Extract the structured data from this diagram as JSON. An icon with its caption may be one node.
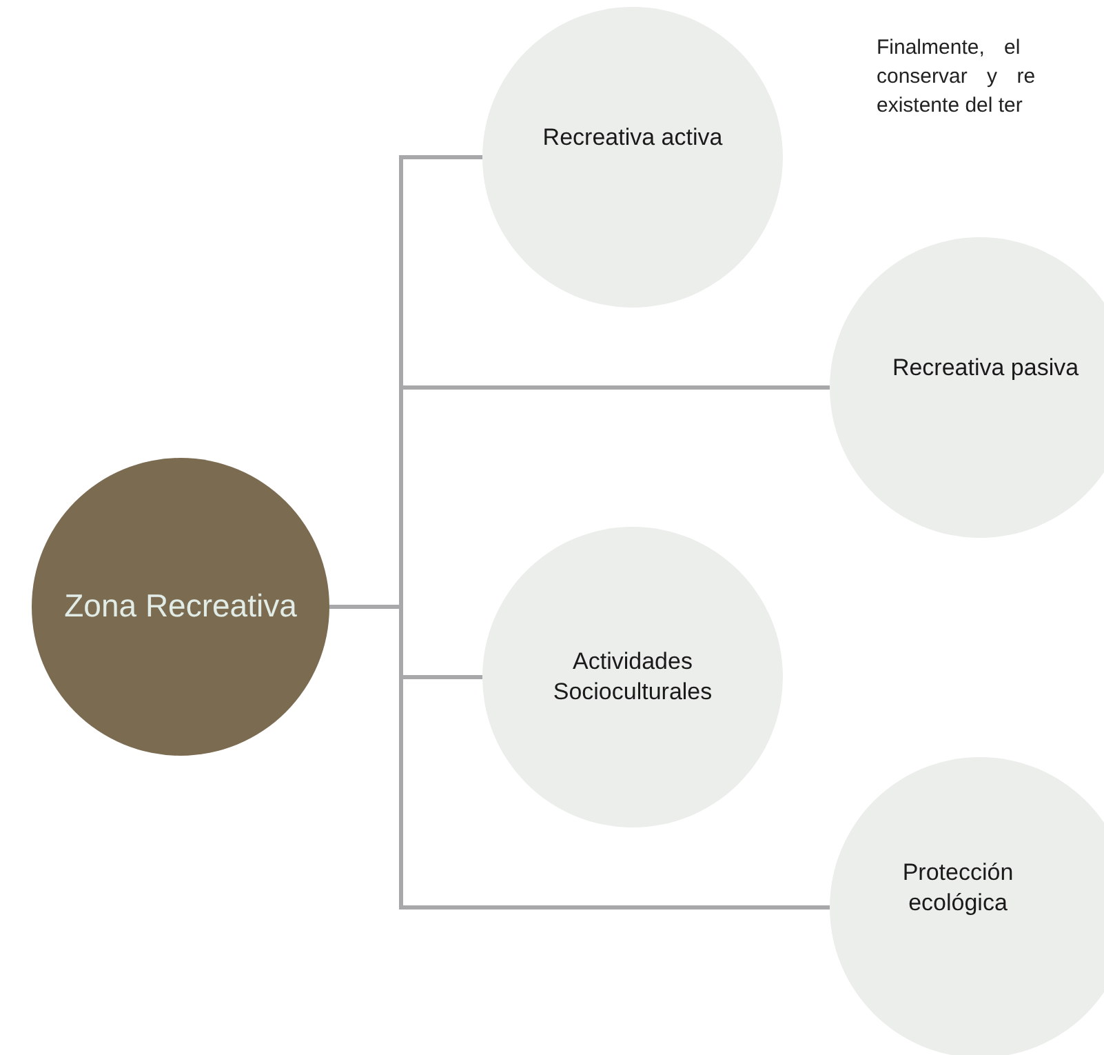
{
  "diagram": {
    "nodes": [
      {
        "text": [
          "Zona Recreativa"
        ]
      },
      {
        "text": [
          "Recreativa activa"
        ]
      },
      {
        "text": [
          "Recreativa pasiva"
        ]
      },
      {
        "text": [
          "Actividades Socioculturales"
        ]
      },
      {
        "text": [
          "Protección ecológica"
        ]
      }
    ],
    "edges": [
      {
        "from": 0,
        "to": 1,
        "arrow": "none"
      },
      {
        "from": 0,
        "to": 2,
        "arrow": "none"
      },
      {
        "from": 0,
        "to": 3,
        "arrow": "none"
      },
      {
        "from": 0,
        "to": 4,
        "arrow": "none"
      }
    ],
    "labels": [
      "Finalmente, el",
      "conservar y re",
      "existente del ter"
    ]
  }
}
